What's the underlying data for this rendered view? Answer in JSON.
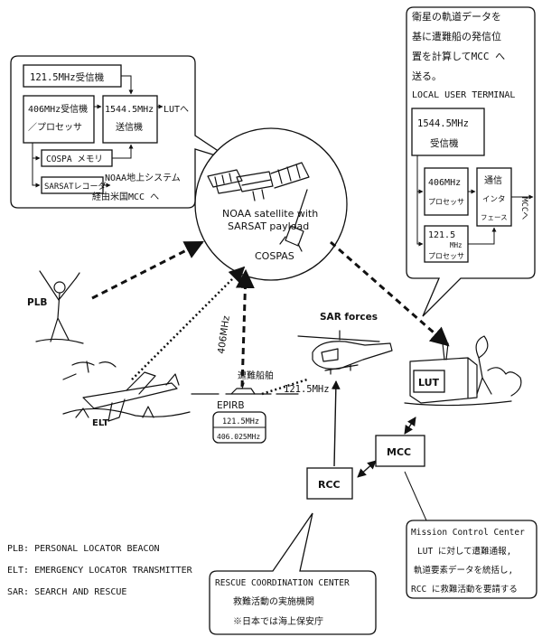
{
  "satellite": {
    "noaa_label_line1": "NOAA satellite with",
    "noaa_label_line2": "SARSAT payload",
    "cospas_label": "COSPAS"
  },
  "onboard_callout": {
    "rx_121": "121.5MHz受信機",
    "rx_406_line1": "406MHz受信機",
    "rx_406_line2": "／プロセッサ",
    "tx_1544_line1": "1544.5MHz",
    "tx_1544_line2": "送信機",
    "lut_to": "LUTへ",
    "cospa_memory": "COSPA メモリ",
    "sarsat_recorder": "SARSATレコーダ",
    "noaa_ground_line1": "NOAA地上システム",
    "noaa_ground_line2": "経由米国MCC へ"
  },
  "lut_callout": {
    "line1": "衛星の軌道データを",
    "line2": "基に遭難船の発信位",
    "line3": "置を計算してMCC へ",
    "line4": "送る。",
    "line5": "LOCAL USER TERMINAL",
    "rx_1544_line1": "1544.5MHz",
    "rx_1544_line2": "受信機",
    "proc_406_line1": "406MHz",
    "proc_406_line2": "プロセッサ",
    "proc_121_line1": "121.5",
    "proc_121_line2": "MHz",
    "proc_121_line3": "プロセッサ",
    "iface_line1": "通信",
    "iface_line2": "インタ",
    "iface_line3": "フェース",
    "mcc_to": "MCCへ"
  },
  "scene": {
    "plb": "PLB",
    "elt": "ELT",
    "freq_406": "406MHz",
    "sar_forces": "SAR forces",
    "distress_ship": "遭難船舶",
    "freq_121": "121.5MHz",
    "epirb": "EPIRB",
    "epirb_f1": "121.5MHz",
    "epirb_f2": "406.025MHz",
    "lut": "LUT",
    "mcc": "MCC",
    "rcc": "RCC"
  },
  "legend": [
    "PLB: PERSONAL LOCATOR BEACON",
    "ELT: EMERGENCY LOCATOR TRANSMITTER",
    "SAR: SEARCH AND RESCUE"
  ],
  "rcc_callout": {
    "line1": "RESCUE COORDINATION CENTER",
    "line2": "救難活動の実施機関",
    "line3": "※日本では海上保安庁"
  },
  "mcc_callout": {
    "line1": "Mission Control Center",
    "line2": "LUT に対して遭難通報,",
    "line3": "軌道要素データを統括し,",
    "line4": "RCC に救難活動を要請する"
  }
}
